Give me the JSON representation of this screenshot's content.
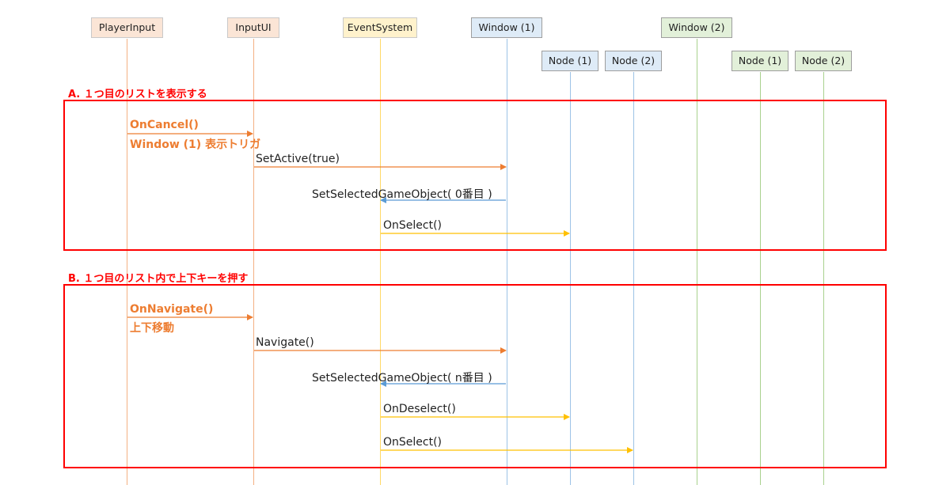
{
  "colors": {
    "player": "#ed7d31",
    "inputui": "#ed7d31",
    "eventsystem": "#ffc000",
    "window": "#5b9bd5",
    "window2": "#70ad47",
    "frame": "#ff0000",
    "label_orange": "#ed7d31"
  },
  "participants": {
    "player_input": "PlayerInput",
    "input_ui": "InputUI",
    "event_system": "EventSystem",
    "window1": "Window (1)",
    "window1_node1": "Node (1)",
    "window1_node2": "Node (2)",
    "window2": "Window (2)",
    "window2_node1": "Node (1)",
    "window2_node2": "Node (2)"
  },
  "section_a": {
    "title": "A. １つ目のリストを表示する",
    "msg_oncancel": "OnCancel()",
    "msg_oncancel_note": "Window (1) 表示トリガ",
    "msg_setactive": "SetActive(true)",
    "msg_setselected": "SetSelectedGameObject( 0番目 )",
    "msg_onselect": "OnSelect()"
  },
  "section_b": {
    "title": "B. １つ目のリスト内で上下キーを押す",
    "msg_onnavigate": "OnNavigate()",
    "msg_onnavigate_note": "上下移動",
    "msg_navigate": "Navigate()",
    "msg_setselected": "SetSelectedGameObject( n番目 )",
    "msg_ondeselect": "OnDeselect()",
    "msg_onselect": "OnSelect()"
  }
}
